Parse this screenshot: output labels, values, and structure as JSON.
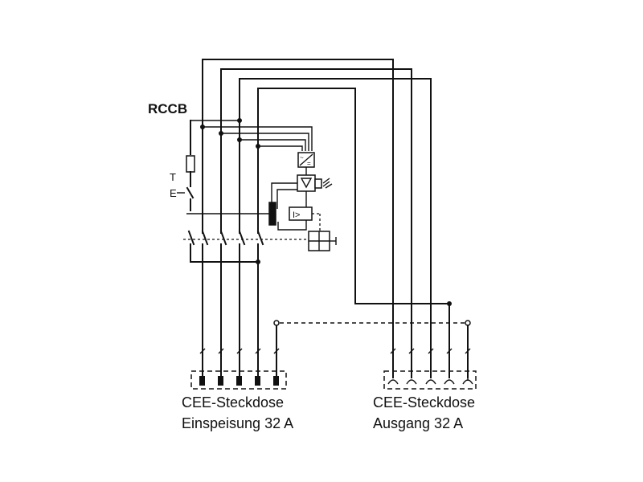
{
  "labels": {
    "rccb": "RCCB",
    "test_t": "T",
    "test_e": "E",
    "inlet_line1": "CEE-Steckdose",
    "inlet_line2": "Einspeisung 32 A",
    "outlet_line1": "CEE-Steckdose",
    "outlet_line2": "Ausgang 32 A"
  }
}
